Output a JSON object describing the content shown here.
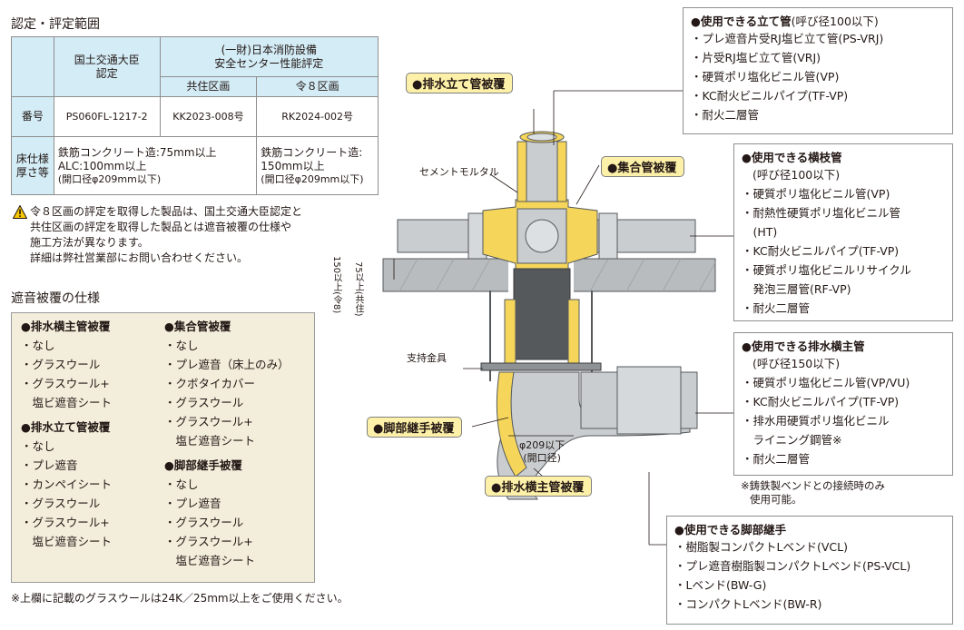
{
  "cert": {
    "section_title": "認定・評定範囲",
    "col_mlit": "国土交通大臣\n認定",
    "col_fire": "(一財)日本消防設備\n安全センター性能評定",
    "col_common": "共住区画",
    "col_rei8": "令８区画",
    "row_number": "番号",
    "row_floor": "床仕様\n厚さ等",
    "num_mlit": "PS060FL-1217-2",
    "num_common": "KK2023-008号",
    "num_rei8": "RK2024-002号",
    "floor_a1": "鉄筋コンクリート造:75mm以上",
    "floor_a2": "ALC:100mm以上",
    "floor_a3": "(開口径φ209mm以下)",
    "floor_b1": "鉄筋コンクリート造:",
    "floor_b2": "150mm以上",
    "floor_b3": "(開口径φ209mm以下)"
  },
  "warning": {
    "icon": "warning-icon",
    "line1": "令８区画の評定を取得した製品は、国土交通大臣認定と",
    "line2": "共住区画の評定を取得した製品とは遮音被覆の仕様や",
    "line3": "施工方法が異なります。",
    "line4": "詳細は弊社営業部にお問い合わせください。"
  },
  "spec": {
    "section_title": "遮音被覆の仕様",
    "col1": [
      {
        "head": "●排水横主管被覆",
        "items": [
          "・なし",
          "・グラスウール",
          "・グラスウール+",
          "　塩ビ遮音シート"
        ]
      },
      {
        "head": "●排水立て管被覆",
        "items": [
          "・なし",
          "・プレ遮音",
          "・カンペイシート",
          "・グラスウール",
          "・グラスウール+",
          "　塩ビ遮音シート"
        ]
      }
    ],
    "col2": [
      {
        "head": "●集合管被覆",
        "items": [
          "・なし",
          "・プレ遮音（床上のみ）",
          "・クボタイカバー",
          "・グラスウール",
          "・グラスウール+",
          "　塩ビ遮音シート"
        ]
      },
      {
        "head": "●脚部継手被覆",
        "items": [
          "・なし",
          "・プレ遮音",
          "・グラスウール",
          "・グラスウール+",
          "　塩ビ遮音シート"
        ]
      }
    ],
    "footnote": "※上欄に記載のグラスウールは24K／25mm以上をご使用ください。"
  },
  "callouts": {
    "vertical": "排水立て管被覆",
    "collective": "集合管被覆",
    "leg": "脚部継手被覆",
    "horizontal_main": "排水横主管被覆"
  },
  "diagram": {
    "cement": "セメントモルタル",
    "support": "支持金具",
    "dim_150": "150以上",
    "dim_150b": "(令8)",
    "dim_75": "75以上",
    "dim_75b": "(共住)",
    "dim_209": "φ209以下",
    "dim_209b": "(開口径)",
    "colors": {
      "coat": "#f6d65a",
      "pipe": "#c9cdd0",
      "concrete": "#b8bcbe",
      "dark": "#55595c"
    }
  },
  "usable": {
    "vertical": {
      "title": "●使用できる立て管",
      "title_suffix": "(呼び径100以下)",
      "items": [
        "・プレ遮音片受RJ塩ビ立て管(PS-VRJ)",
        "・片受RJ塩ビ立て管(VRJ)",
        "・硬質ポリ塩化ビニル管(VP)",
        "・KC耐火ビニルパイプ(TF-VP)",
        "・耐火二層管"
      ]
    },
    "branch": {
      "title": "●使用できる横枝管",
      "sub": "(呼び径100以下)",
      "items": [
        "・硬質ポリ塩化ビニル管(VP)",
        "・耐熱性硬質ポリ塩化ビニル管",
        "　(HT)",
        "・KC耐火ビニルパイプ(TF-VP)",
        "・硬質ポリ塩化ビニルリサイクル",
        "　発泡三層管(RF-VP)",
        "・耐火二層管"
      ]
    },
    "main": {
      "title": "●使用できる排水横主管",
      "sub": "(呼び径150以下)",
      "items": [
        "・硬質ポリ塩化ビニル管(VP/VU)",
        "・KC耐火ビニルパイプ(TF-VP)",
        "・排水用硬質ポリ塩化ビニル",
        "　ライニング鋼管※",
        "・耐火二層管"
      ]
    },
    "main_note1": "※鋳鉄製ベンドとの接続時のみ",
    "main_note2": "使用可能。",
    "leg": {
      "title": "●使用できる脚部継手",
      "items": [
        "・樹脂製コンパクトLベンド(VCL)",
        "・プレ遮音樹脂製コンパクトLベンド(PS-VCL)",
        "・Lベンド(BW-G)",
        "・コンパクトLベンド(BW-R)"
      ]
    }
  }
}
